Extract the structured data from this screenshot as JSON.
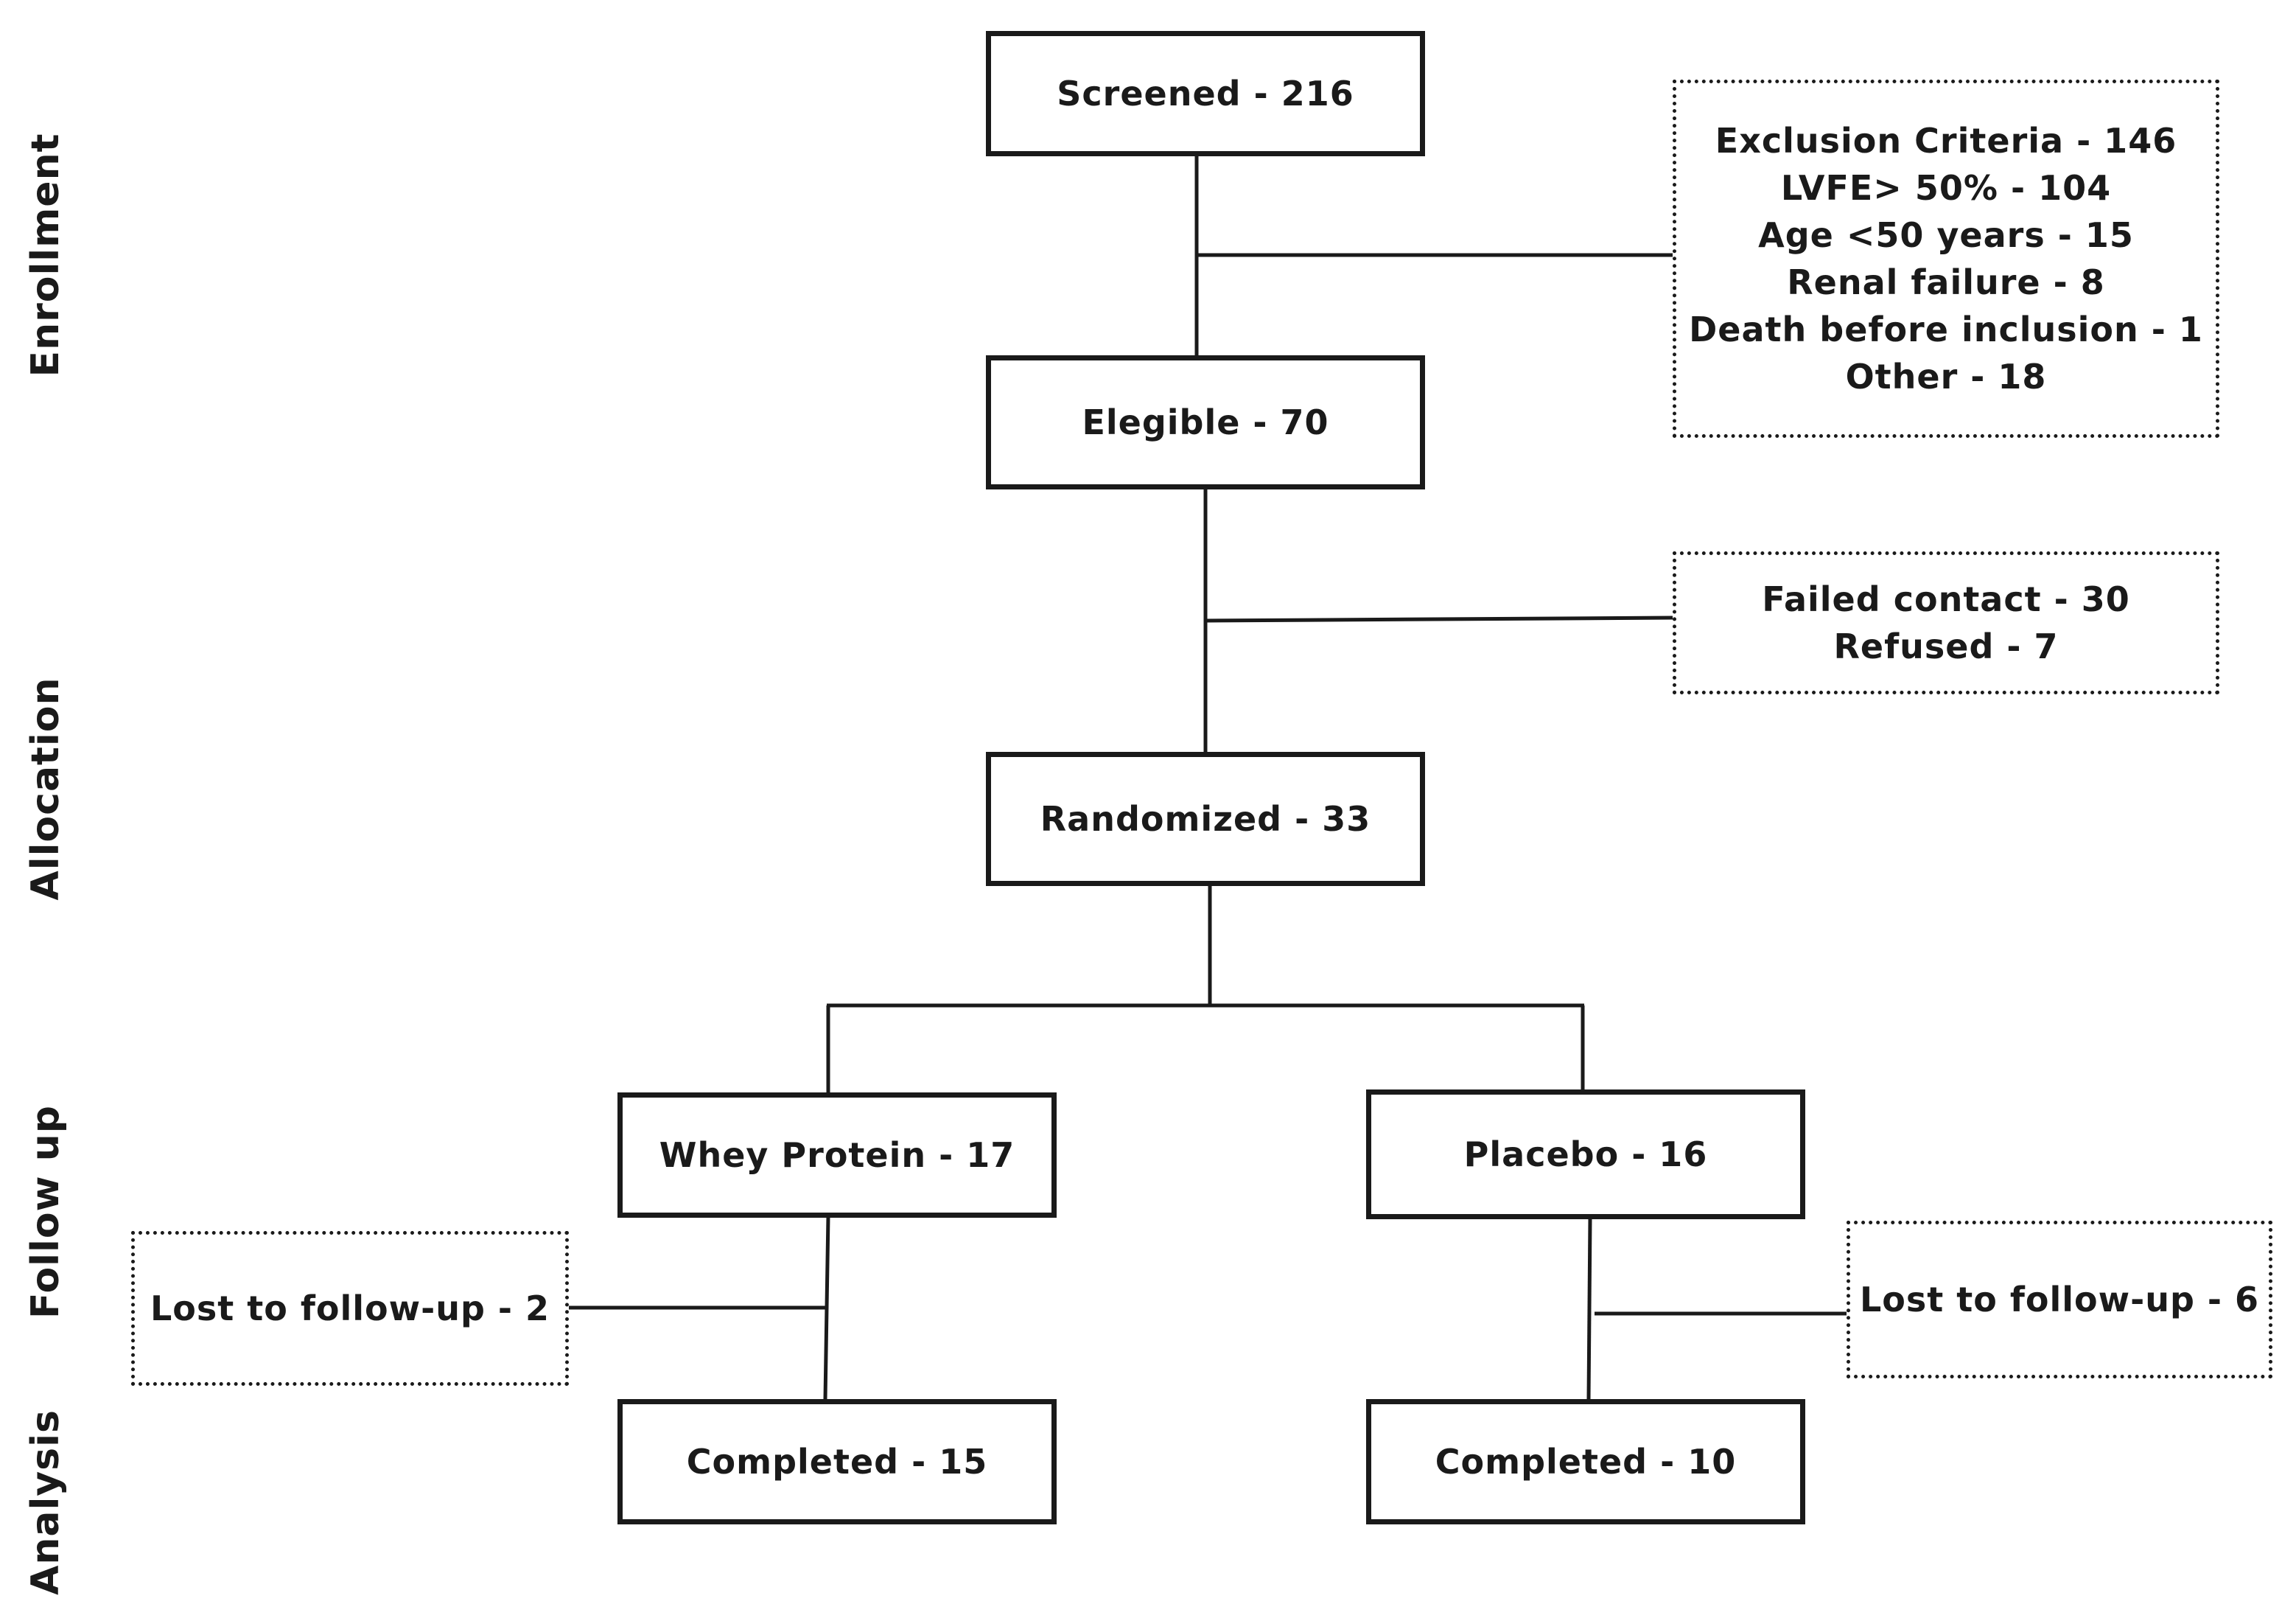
{
  "stages": {
    "enrollment": "Enrollment",
    "allocation": "Allocation",
    "follow_up": "Follow up",
    "analysis": "Analysis"
  },
  "boxes": {
    "screened": "Screened - 216",
    "eligible": "Elegible - 70",
    "randomized": "Randomized - 33",
    "whey_protein": "Whey Protein - 17",
    "placebo": "Placebo - 16",
    "completed_whey": "Completed - 15",
    "completed_placebo": "Completed - 10"
  },
  "exclusions": {
    "enrollment": [
      "Exclusion Criteria - 146",
      "LVFE> 50% - 104",
      "Age <50 years - 15",
      "Renal failure - 8",
      "Death before inclusion - 1",
      "Other - 18"
    ],
    "allocation": [
      "Failed contact - 30",
      "Refused - 7"
    ],
    "whey_lost": "Lost to follow-up - 2",
    "placebo_lost": "Lost to follow-up - 6"
  }
}
